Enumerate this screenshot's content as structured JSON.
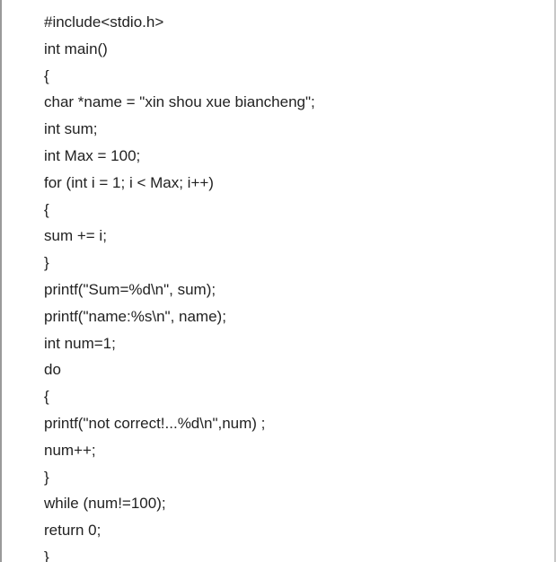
{
  "code": {
    "lines": [
      "#include<stdio.h>",
      "int main()",
      "{",
      "char *name = \"xin shou xue biancheng\";",
      "int sum;",
      "int Max = 100;",
      "for (int i = 1; i < Max; i++)",
      "{",
      "sum += i;",
      "}",
      "printf(\"Sum=%d\\n\", sum);",
      "printf(\"name:%s\\n\", name);",
      "int num=1;",
      "do",
      "{",
      "printf(\"not correct!...%d\\n\",num) ;",
      "num++;",
      "}",
      "while (num!=100);",
      "return 0;",
      "}"
    ]
  }
}
